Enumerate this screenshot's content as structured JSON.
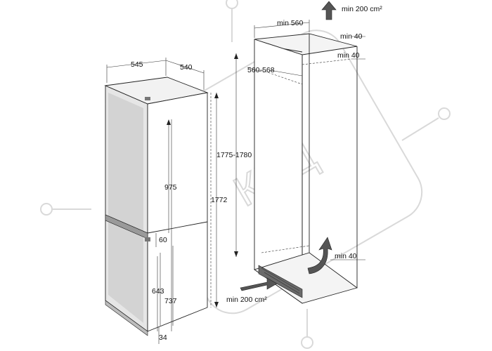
{
  "watermark": "КИЦ",
  "fridge_dimensions": {
    "depth": "545",
    "width": "540",
    "door_top_height": "975",
    "total_height": "1772",
    "gap": "60",
    "door_bottom_inner": "643",
    "door_bottom_outer": "737",
    "bottom_offset": "34"
  },
  "niche_dimensions": {
    "width": "min 560",
    "top_clearance": "min 40",
    "rear_clearance": "min 40",
    "depth": "560-568",
    "height": "1775-1780",
    "bottom_clearance": "min 40"
  },
  "airflow": {
    "top_vent": "min 200 cm²",
    "bottom_vent": "min 200 cm²"
  },
  "colors": {
    "line": "#222222",
    "fill_side": "#e6e6e6",
    "fill_dark": "#9a9a9a",
    "watermark": "#d9d9d9",
    "arrow": "#555555"
  }
}
